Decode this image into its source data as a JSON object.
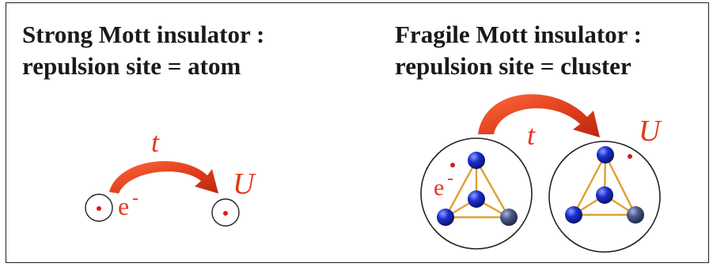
{
  "left_panel": {
    "title_line1": "Strong Mott insulator :",
    "title_line2": "repulsion site = atom",
    "hop_label": "t",
    "repulsion_label": "U",
    "electron_label": "e",
    "electron_charge": "-"
  },
  "right_panel": {
    "title_line1": "Fragile Mott insulator :",
    "title_line2": "repulsion site = cluster",
    "hop_label": "t",
    "repulsion_label": "U",
    "electron_label": "e",
    "electron_charge": "-"
  },
  "colors": {
    "arrow": "#dd3a1a",
    "arrow_dark": "#b82810",
    "electron_dot": "#e01818",
    "label": "#e23a1c",
    "atom_blue": "#1b2fd0",
    "atom_grey": "#4a5a8a",
    "bond": "#e0a030",
    "circle_stroke": "#333333",
    "title_text": "#1a1a1a"
  }
}
